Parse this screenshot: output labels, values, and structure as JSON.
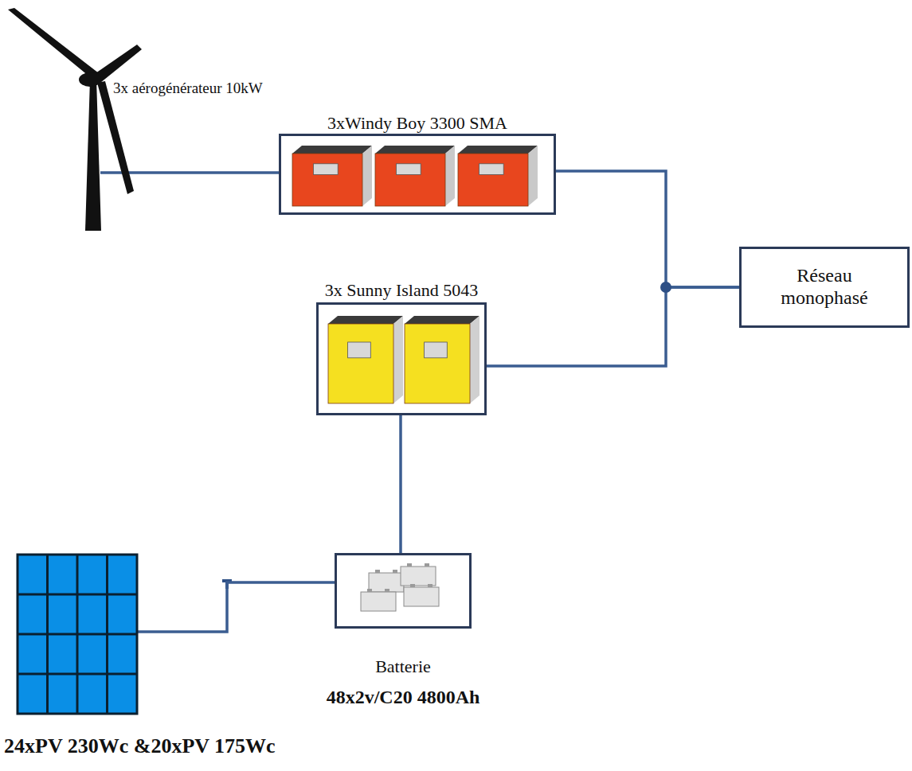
{
  "diagram": {
    "nodes": [
      {
        "text": [
          "3x aérogénérateur 10kW"
        ]
      },
      {
        "text": [
          "3xWindy Boy 3300 SMA"
        ]
      },
      {
        "text": [
          "Réseau monophasé"
        ]
      },
      {
        "text": [
          "3x Sunny Island 5043"
        ]
      },
      {
        "text": [
          "Batterie",
          "48x2v/C20 4800Ah"
        ]
      },
      {
        "text": [
          "24xPV 230Wc &20xPV 175Wc"
        ]
      }
    ],
    "edges": [
      {
        "from": 0,
        "to": 1,
        "arrow": "none"
      },
      {
        "from": 1,
        "to": 2,
        "arrow": "none"
      },
      {
        "from": 3,
        "to": 2,
        "arrow": "none"
      },
      {
        "from": 3,
        "to": 4,
        "arrow": "none"
      },
      {
        "from": 5,
        "to": 4,
        "arrow": "none"
      }
    ]
  }
}
